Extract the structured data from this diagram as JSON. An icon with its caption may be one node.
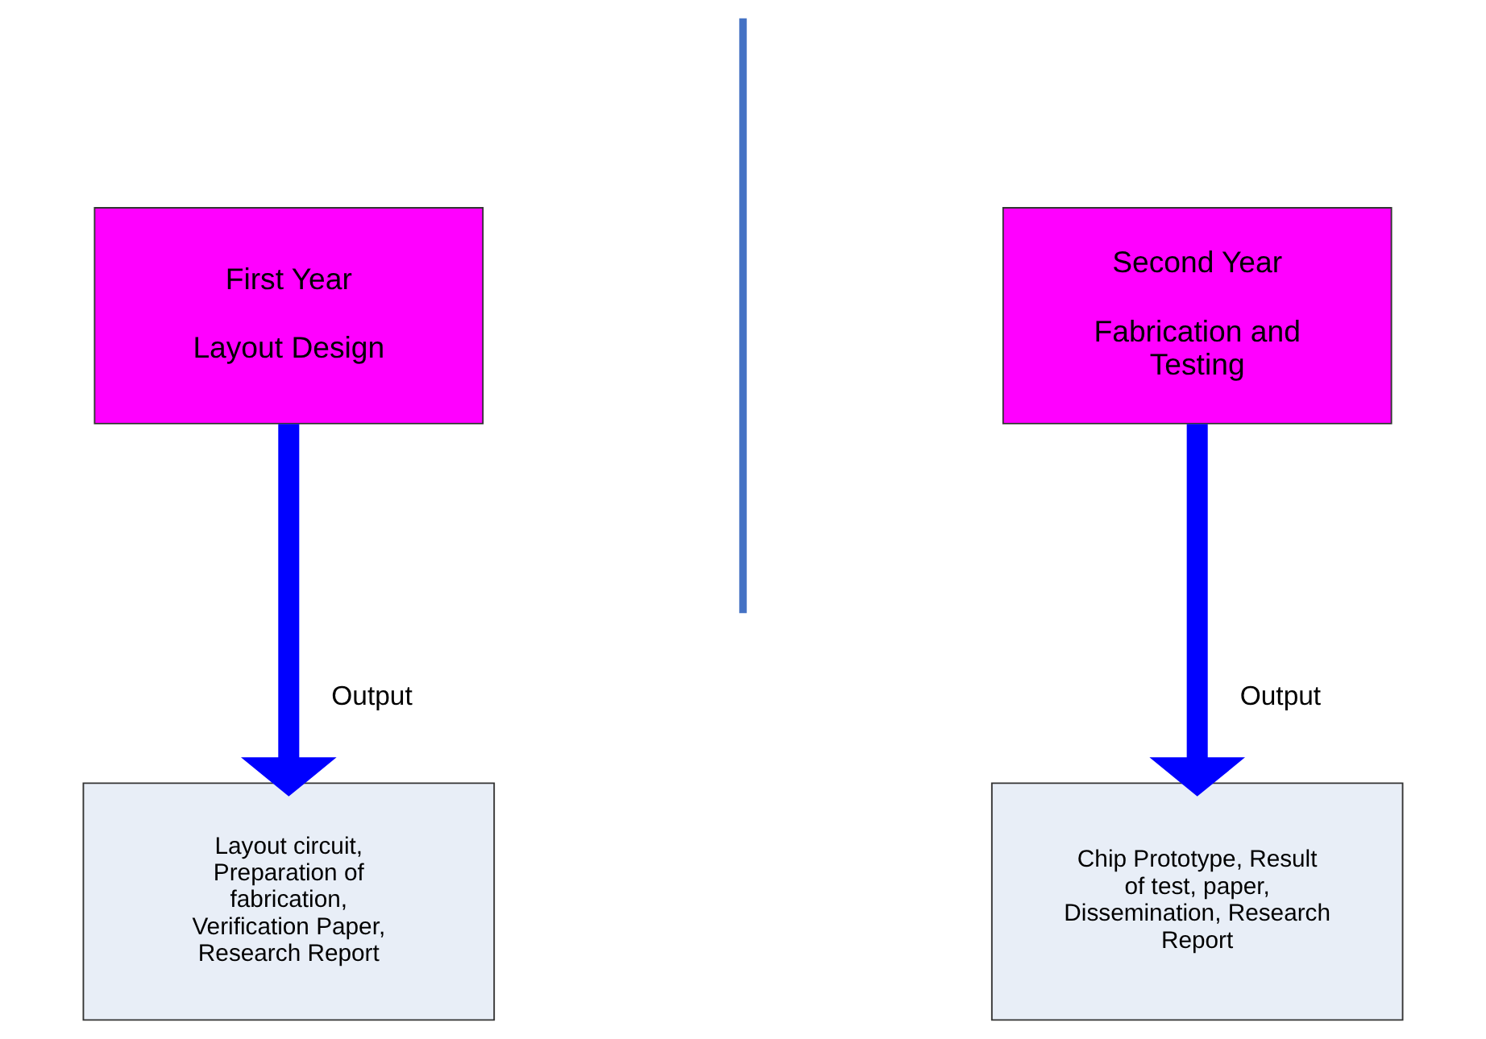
{
  "diagram": {
    "nodes": [
      {
        "text": [
          "First Year",
          "Layout Design"
        ]
      },
      {
        "text": [
          "Layout circuit, Preparation of fabrication, Verification Paper, Research Report"
        ]
      },
      {
        "text": [
          "Second Year",
          "Fabrication and Testing"
        ]
      },
      {
        "text": [
          "Chip Prototype, Result of test, paper, Dissemination, Research Report"
        ]
      }
    ],
    "edges": [
      {
        "from": 0,
        "to": 1,
        "arrow": "to",
        "label": "Output"
      },
      {
        "from": 2,
        "to": 3,
        "arrow": "to",
        "label": "Output"
      }
    ]
  }
}
